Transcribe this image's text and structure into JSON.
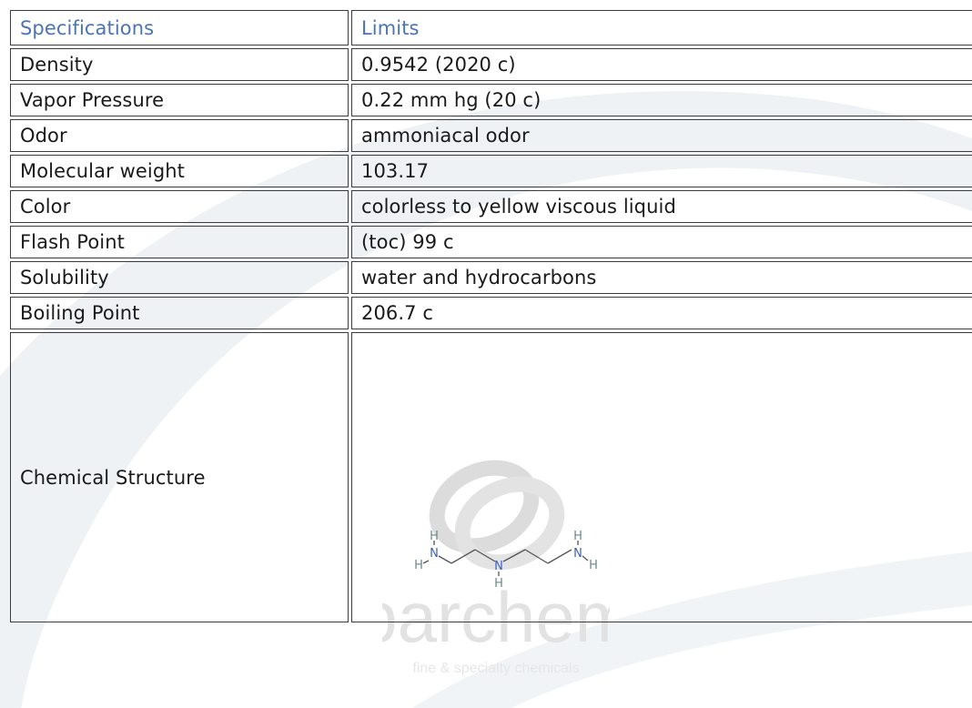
{
  "table": {
    "header": {
      "specifications": "Specifications",
      "limits": "Limits"
    },
    "rows": [
      {
        "property": "Density",
        "value": "0.9542 (2020 c)"
      },
      {
        "property": "Vapor Pressure",
        "value": "0.22 mm hg (20 c)"
      },
      {
        "property": "Odor",
        "value": "ammoniacal odor"
      },
      {
        "property": "Molecular weight",
        "value": "103.17"
      },
      {
        "property": "Color",
        "value": "colorless to yellow viscous liquid"
      },
      {
        "property": "Flash Point",
        "value": "(toc) 99 c"
      },
      {
        "property": "Solubility",
        "value": "water and hydrocarbons"
      },
      {
        "property": "Boiling Point",
        "value": "206.7 c"
      }
    ],
    "structure_row": {
      "property": "Chemical Structure"
    }
  },
  "molecule": {
    "atoms": [
      "H",
      "N",
      "H",
      "N",
      "H",
      "H",
      "N",
      "H"
    ]
  },
  "watermark": {
    "brand": "parchem",
    "tagline": "fine & specialty chemicals"
  },
  "colors": {
    "header_text": "#4a74b6",
    "body_text": "#1a1a1a",
    "border": "#3c3c3c",
    "nitrogen": "#3b5fc0",
    "hydrogen": "#6b8a8a",
    "bond": "#555555",
    "swoosh": "#eef2f5"
  }
}
